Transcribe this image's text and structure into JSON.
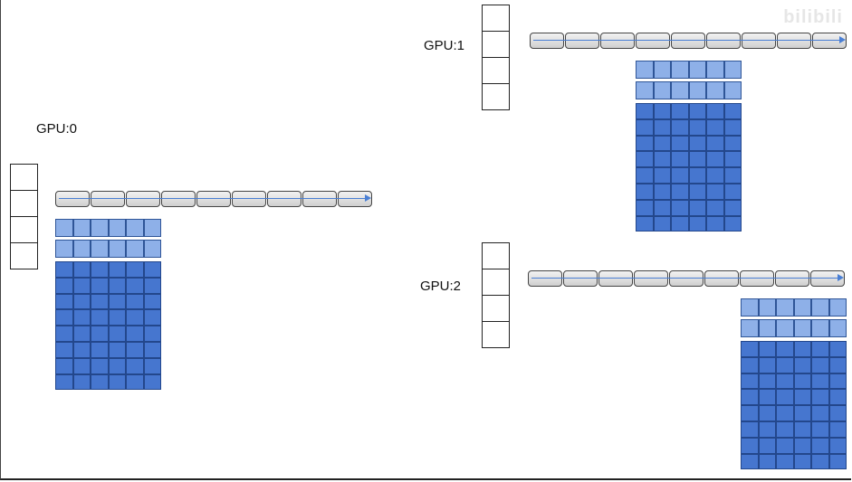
{
  "colors": {
    "light_cell": "#8eb0e8",
    "dark_cell": "#4676cf",
    "arrow": "#4a7fd4",
    "token_fill": "#dcdcdc"
  },
  "watermark": "bilibili",
  "panels": [
    {
      "id": "gpu0",
      "label": "GPU:0",
      "stack_cells": 4,
      "seq_tokens": 9,
      "light_rows": 2,
      "grid_cols": 6,
      "grid_rows": 8
    },
    {
      "id": "gpu1",
      "label": "GPU:1",
      "stack_cells": 4,
      "seq_tokens": 9,
      "light_rows": 2,
      "grid_cols": 6,
      "grid_rows": 8
    },
    {
      "id": "gpu2",
      "label": "GPU:2",
      "stack_cells": 4,
      "seq_tokens": 9,
      "light_rows": 2,
      "grid_cols": 6,
      "grid_rows": 8
    }
  ]
}
